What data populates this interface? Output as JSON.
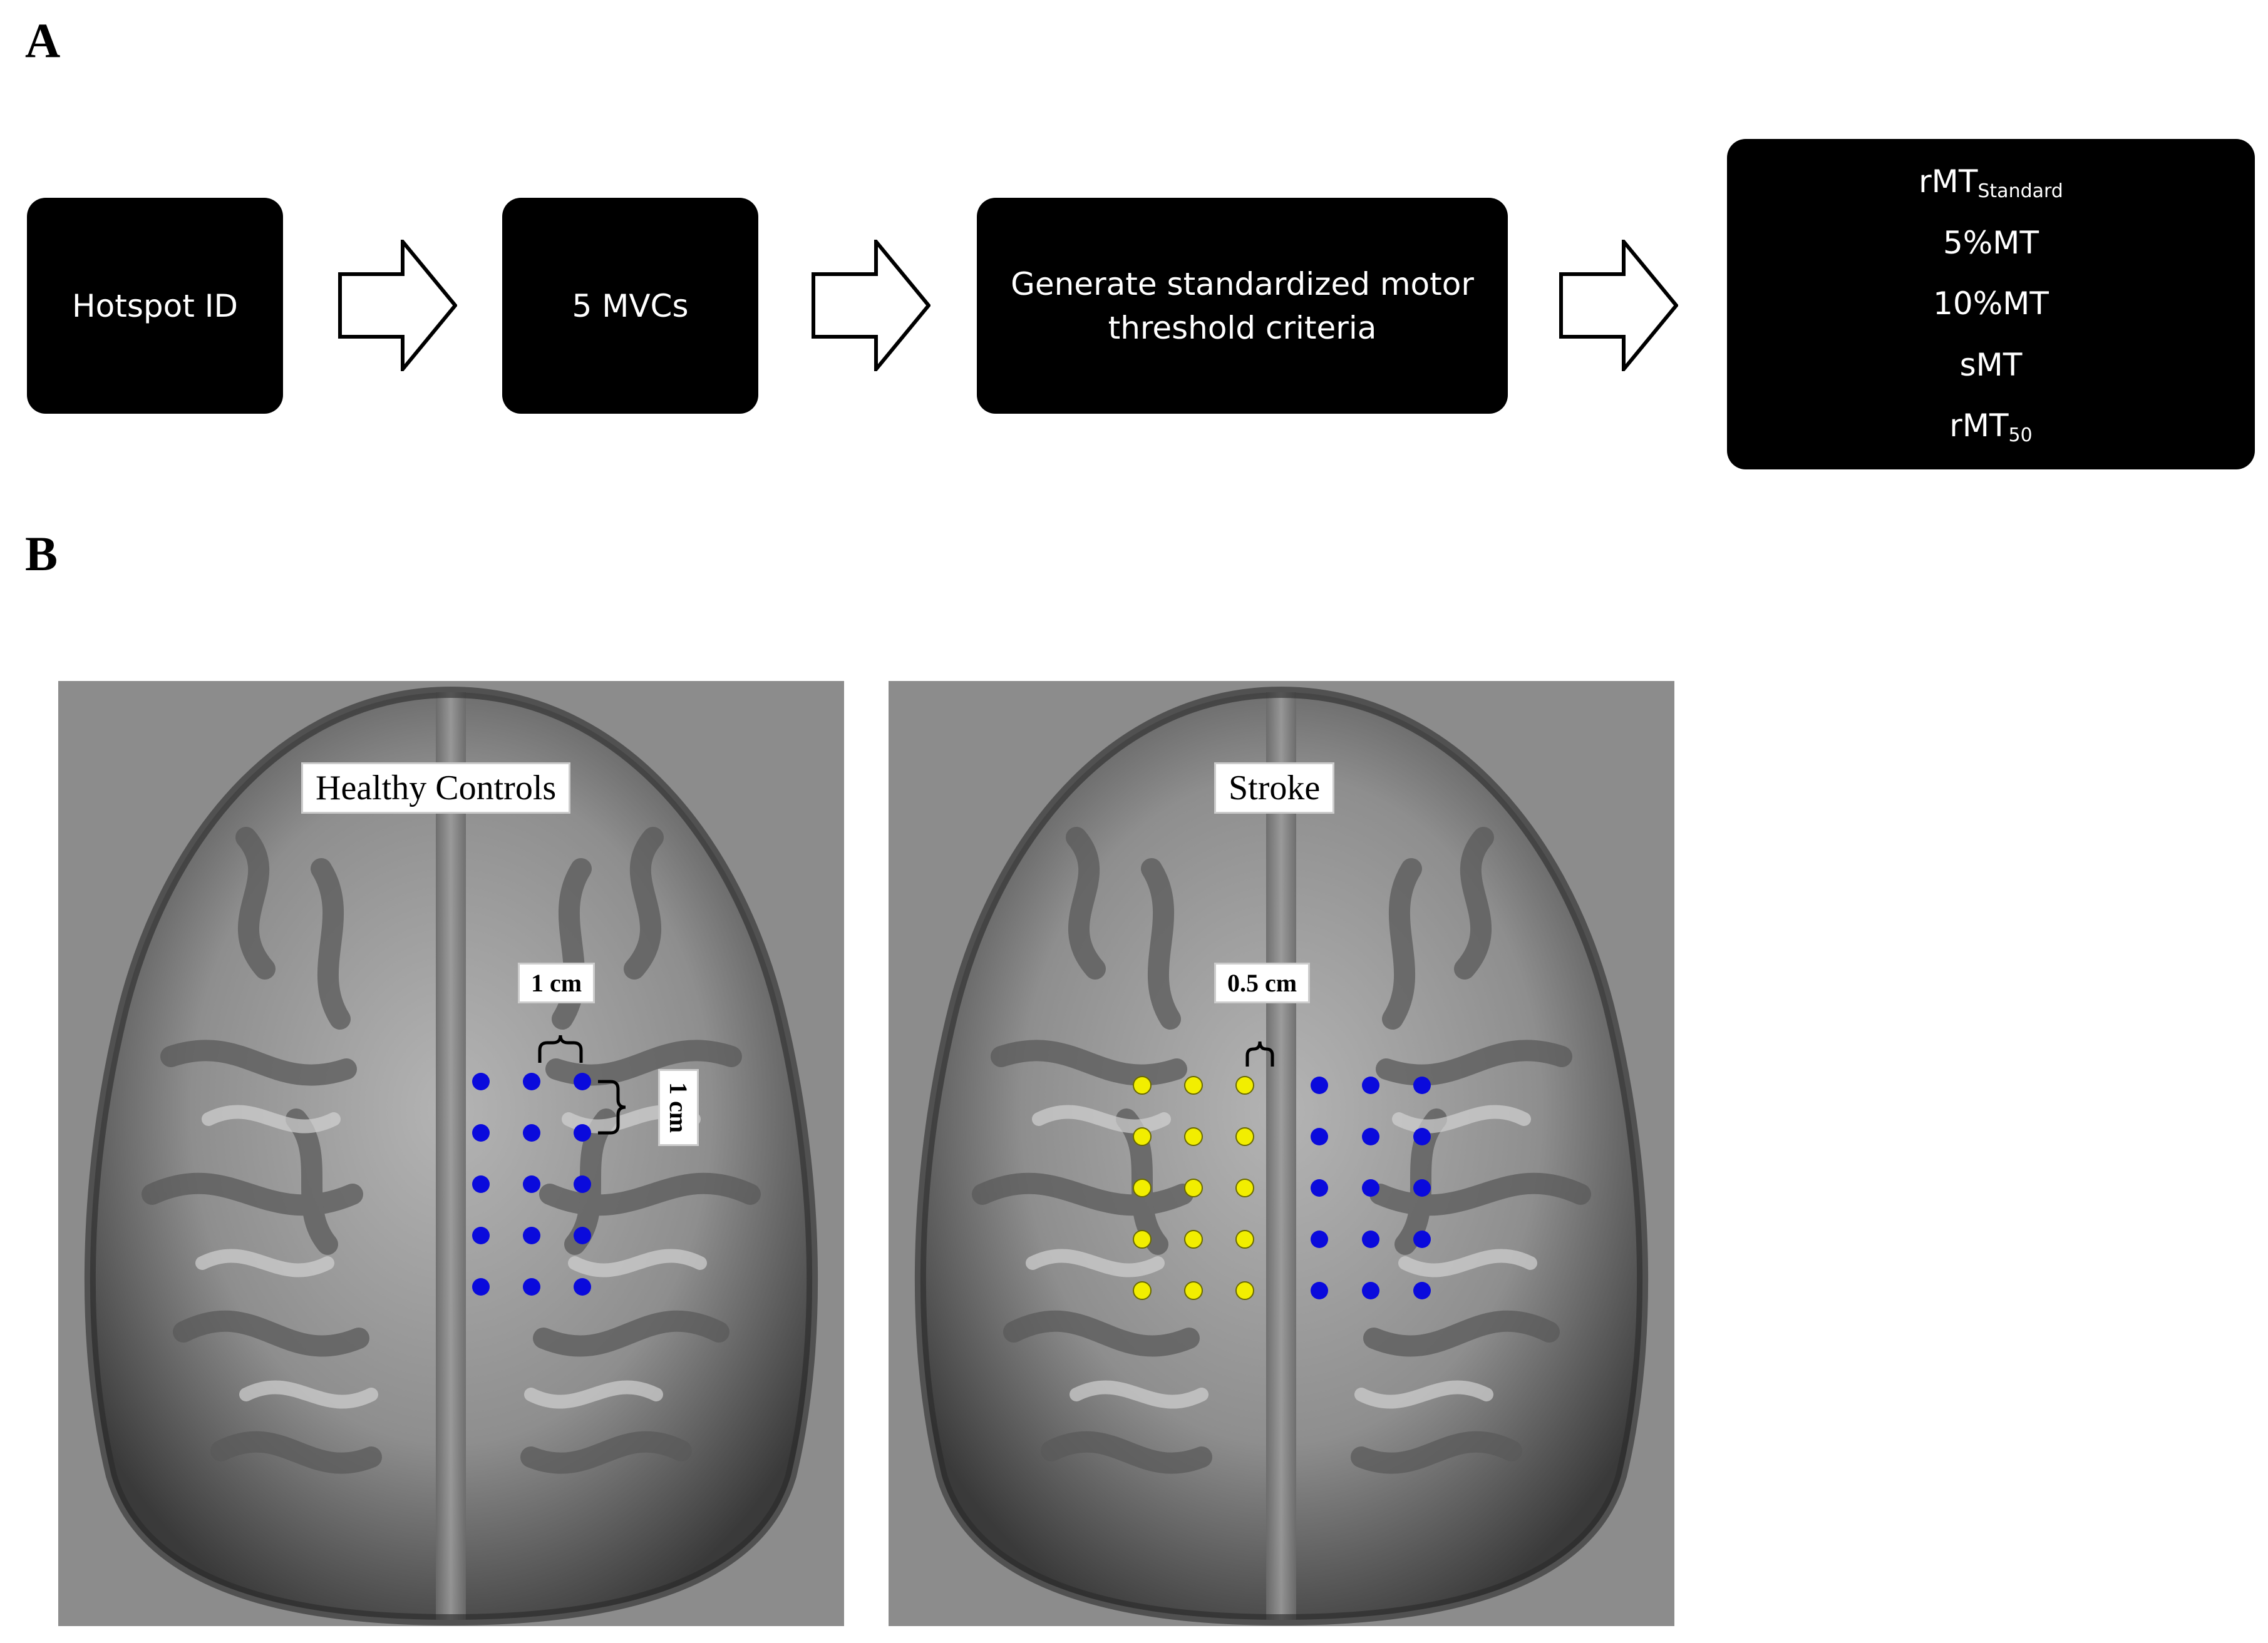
{
  "panels": {
    "a_label": "A",
    "b_label": "B"
  },
  "flowchart": {
    "steps": [
      {
        "lines": [
          "Hotspot ID"
        ]
      },
      {
        "lines": [
          "5 MVCs"
        ]
      },
      {
        "lines": [
          "Generate standardized motor",
          "threshold criteria"
        ]
      }
    ],
    "outputs": {
      "rmt_standard": {
        "base": "rMT",
        "sub": "Standard"
      },
      "pct5": "5%MT",
      "pct10": "10%MT",
      "smt": "sMT",
      "rmt50": {
        "base": "rMT",
        "sub": "50"
      }
    }
  },
  "brains": {
    "healthy": {
      "title": "Healthy Controls",
      "horizontal_spacing": "1 cm",
      "vertical_spacing": "1 cm",
      "grids": [
        {
          "color": "#0a0adc",
          "cols": 3,
          "rows": 5
        }
      ]
    },
    "stroke": {
      "title": "Stroke",
      "horizontal_spacing": "0.5 cm",
      "grids": [
        {
          "color": "#f2ee00",
          "cols": 3,
          "rows": 5
        },
        {
          "color": "#0a0adc",
          "cols": 3,
          "rows": 5
        }
      ]
    }
  },
  "colors": {
    "box_fill": "#000000",
    "box_text": "#ffffff",
    "background_gray": "#8c8c8c"
  }
}
